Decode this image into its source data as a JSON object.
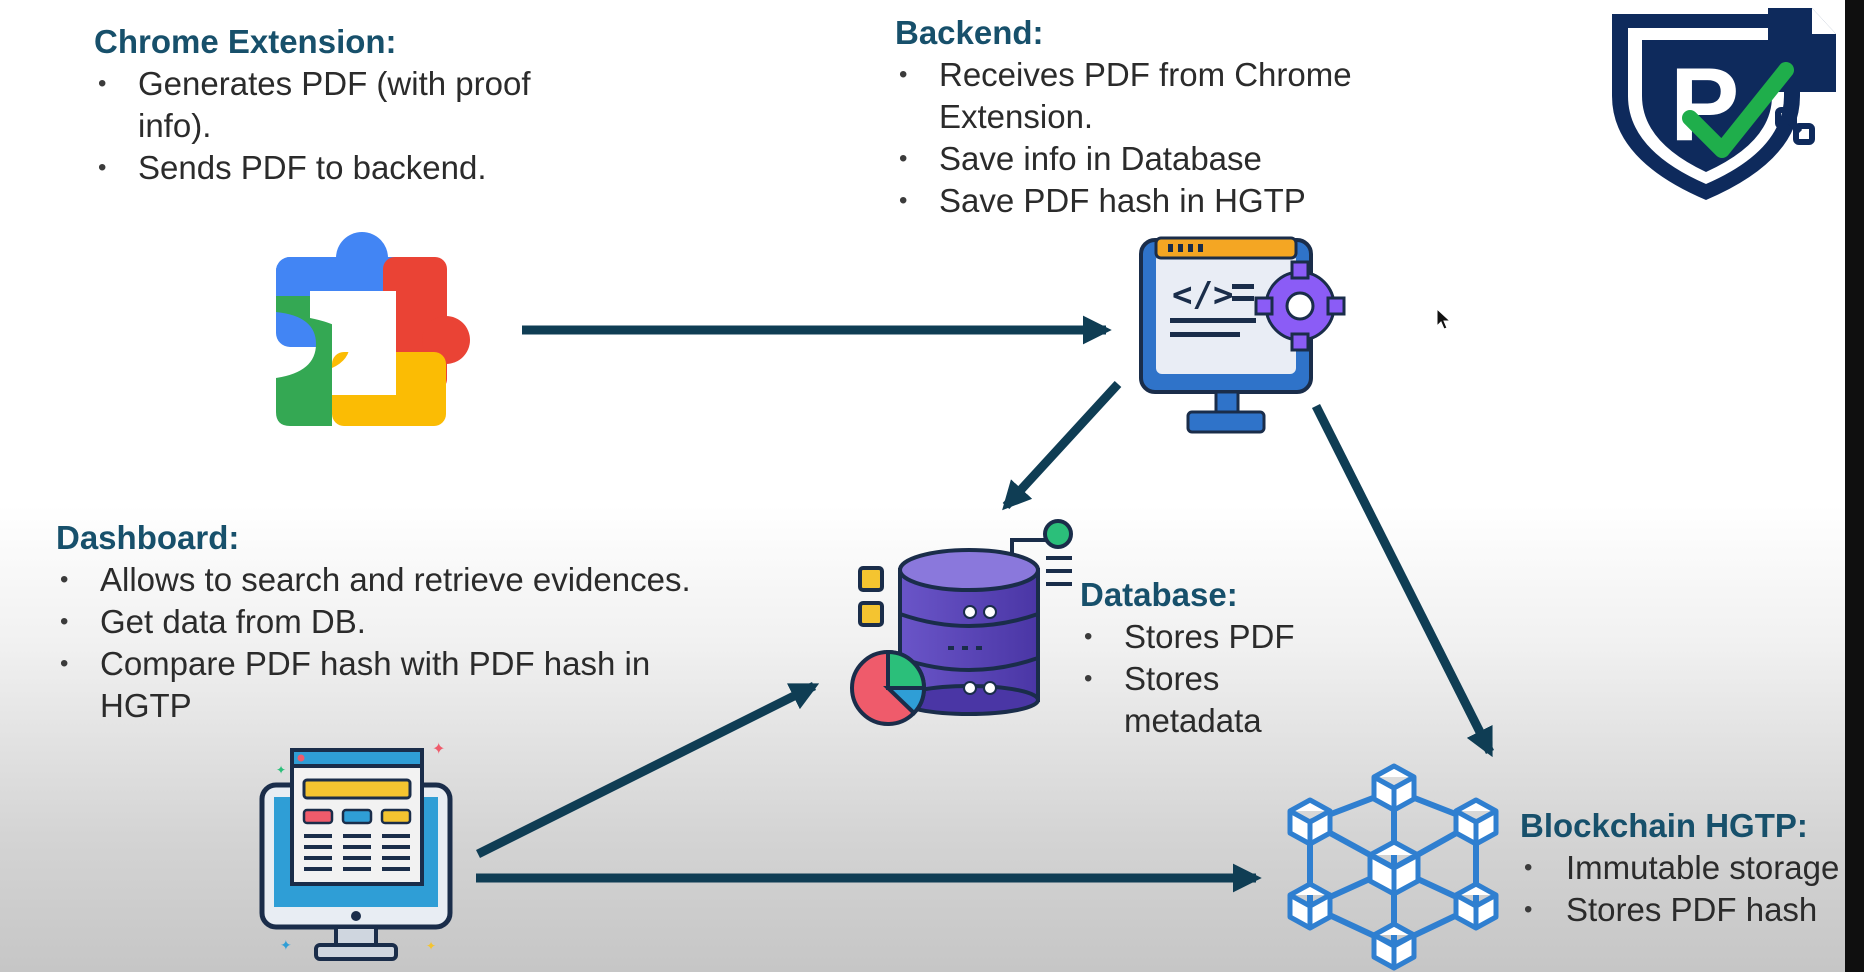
{
  "chrome_extension": {
    "title": "Chrome Extension:",
    "bullets": [
      "Generates PDF (with proof info).",
      "Sends PDF to backend."
    ]
  },
  "backend": {
    "title": "Backend:",
    "bullets": [
      "Receives PDF from Chrome Extension.",
      "Save info in Database",
      "Save PDF hash in HGTP"
    ]
  },
  "dashboard": {
    "title": "Dashboard:",
    "bullets": [
      "Allows to search and retrieve evidences.",
      "Get data from DB.",
      "Compare PDF hash with PDF hash in HGTP"
    ]
  },
  "database": {
    "title": "Database:",
    "bullets": [
      "Stores PDF",
      "Stores metadata"
    ]
  },
  "blockchain": {
    "title": "Blockchain HGTP:",
    "bullets": [
      "Immutable storage",
      "Stores PDF hash"
    ]
  },
  "logo": {
    "letter": "P"
  },
  "colors": {
    "heading": "#17506b",
    "arrow": "#0f3d54",
    "logo_navy": "#0e2a5c",
    "logo_green": "#1fae4b",
    "chain_blue": "#2f7fd0"
  },
  "icons": [
    "chrome-extension-icon",
    "backend-server-icon",
    "database-icon",
    "dashboard-monitor-icon",
    "blockchain-icon",
    "proof-logo-icon",
    "mouse-cursor-icon"
  ]
}
